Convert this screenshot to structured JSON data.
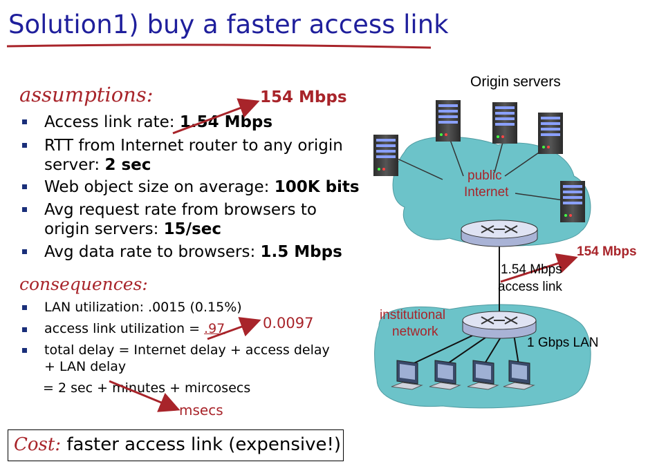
{
  "title": "Solution1) buy a faster access link",
  "assumptions": {
    "heading": "assumptions:",
    "upgrade_label": "154 Mbps",
    "items": [
      {
        "pre": "Access link rate: ",
        "bold": "1.54 Mbps"
      },
      {
        "line1": "RTT from Internet router to any origin",
        "pre": "server: ",
        "bold": "2 sec"
      },
      {
        "pre": "Web object size on average: ",
        "bold": "100K bits"
      },
      {
        "line1": "Avg request rate from browsers to",
        "pre": "origin servers: ",
        "bold": "15/sec"
      },
      {
        "pre": "Avg data rate to browsers: ",
        "bold": "1.5 Mbps"
      }
    ]
  },
  "consequences": {
    "heading": "consequences:",
    "lan_util": "LAN utilization:  .0015 (0.15%)",
    "access_util_pre": "access link utilization = ",
    "access_util_old": ".97",
    "access_util_new": "0.0097",
    "delay_line1": "total delay   = Internet delay + access delay",
    "delay_line2": "+ LAN delay",
    "delay_line3_pre": "=  2 sec + ",
    "delay_line3_struck": "minutes",
    "delay_line3_post": " + mircosecs",
    "delay_new": "msecs"
  },
  "cost": {
    "label": "Cost:",
    "text": " faster access link (expensive!)"
  },
  "diagram": {
    "origin_servers": "Origin servers",
    "public_internet_1": "public",
    "public_internet_2": "Internet",
    "access_rate": "1.54 Mbps",
    "access_link": "access link",
    "access_new": "154 Mbps",
    "institutional_1": "institutional",
    "institutional_2": "network",
    "lan": "1 Gbps LAN"
  },
  "colors": {
    "title": "#1f1f9c",
    "accent_red": "#a8242a",
    "cloud": "#6cc3c9",
    "bullet": "#1a2f7a"
  }
}
